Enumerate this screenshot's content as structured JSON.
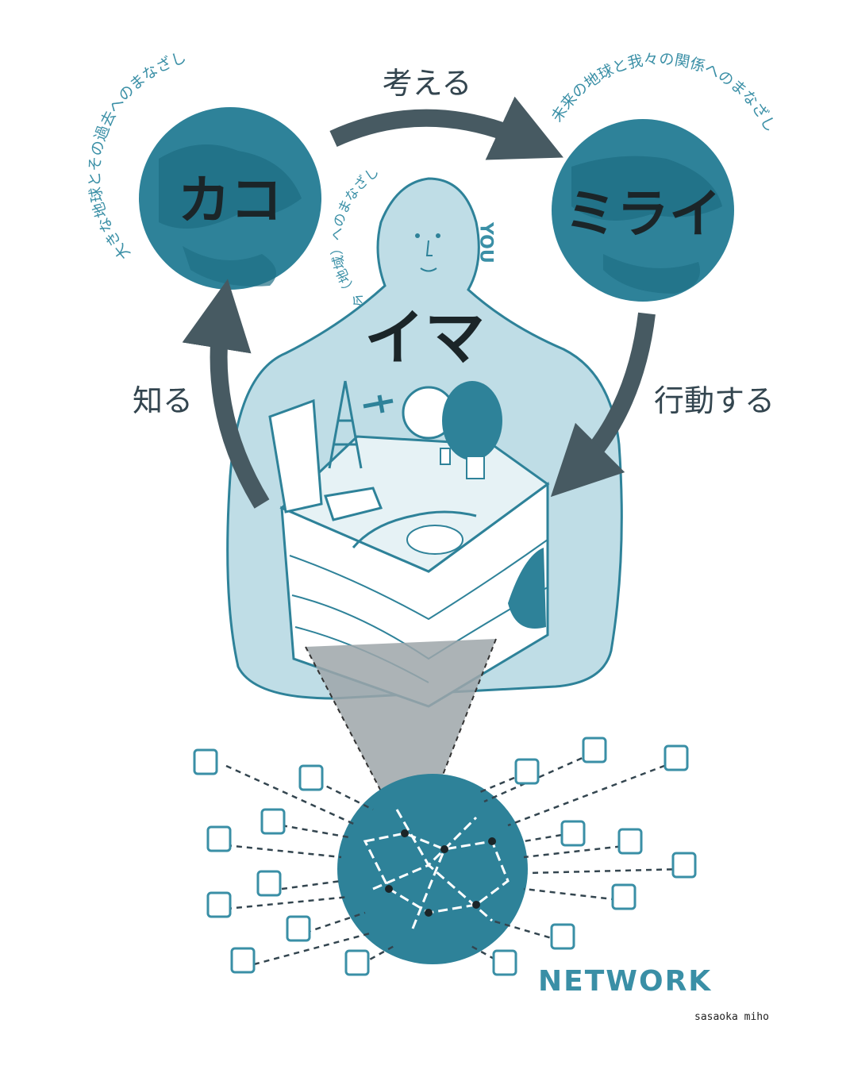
{
  "labels": {
    "think": "考える",
    "know": "知る",
    "act": "行動する",
    "past": "カコ",
    "future": "ミライ",
    "now": "イマ",
    "you": "YOU",
    "network": "NETWORK",
    "signature": "sasaoka miho"
  },
  "arc_texts": {
    "past": "大きな地球とその過去へのまなざし",
    "future": "未来の地球と我々の関係へのまなざし",
    "now": "今（地域）へのまなざし"
  },
  "colors": {
    "teal_dark": "#1f6f84",
    "teal": "#2e8299",
    "teal_light": "#bfdde6",
    "arrow": "#475a62",
    "text_teal": "#3a8fa6"
  }
}
